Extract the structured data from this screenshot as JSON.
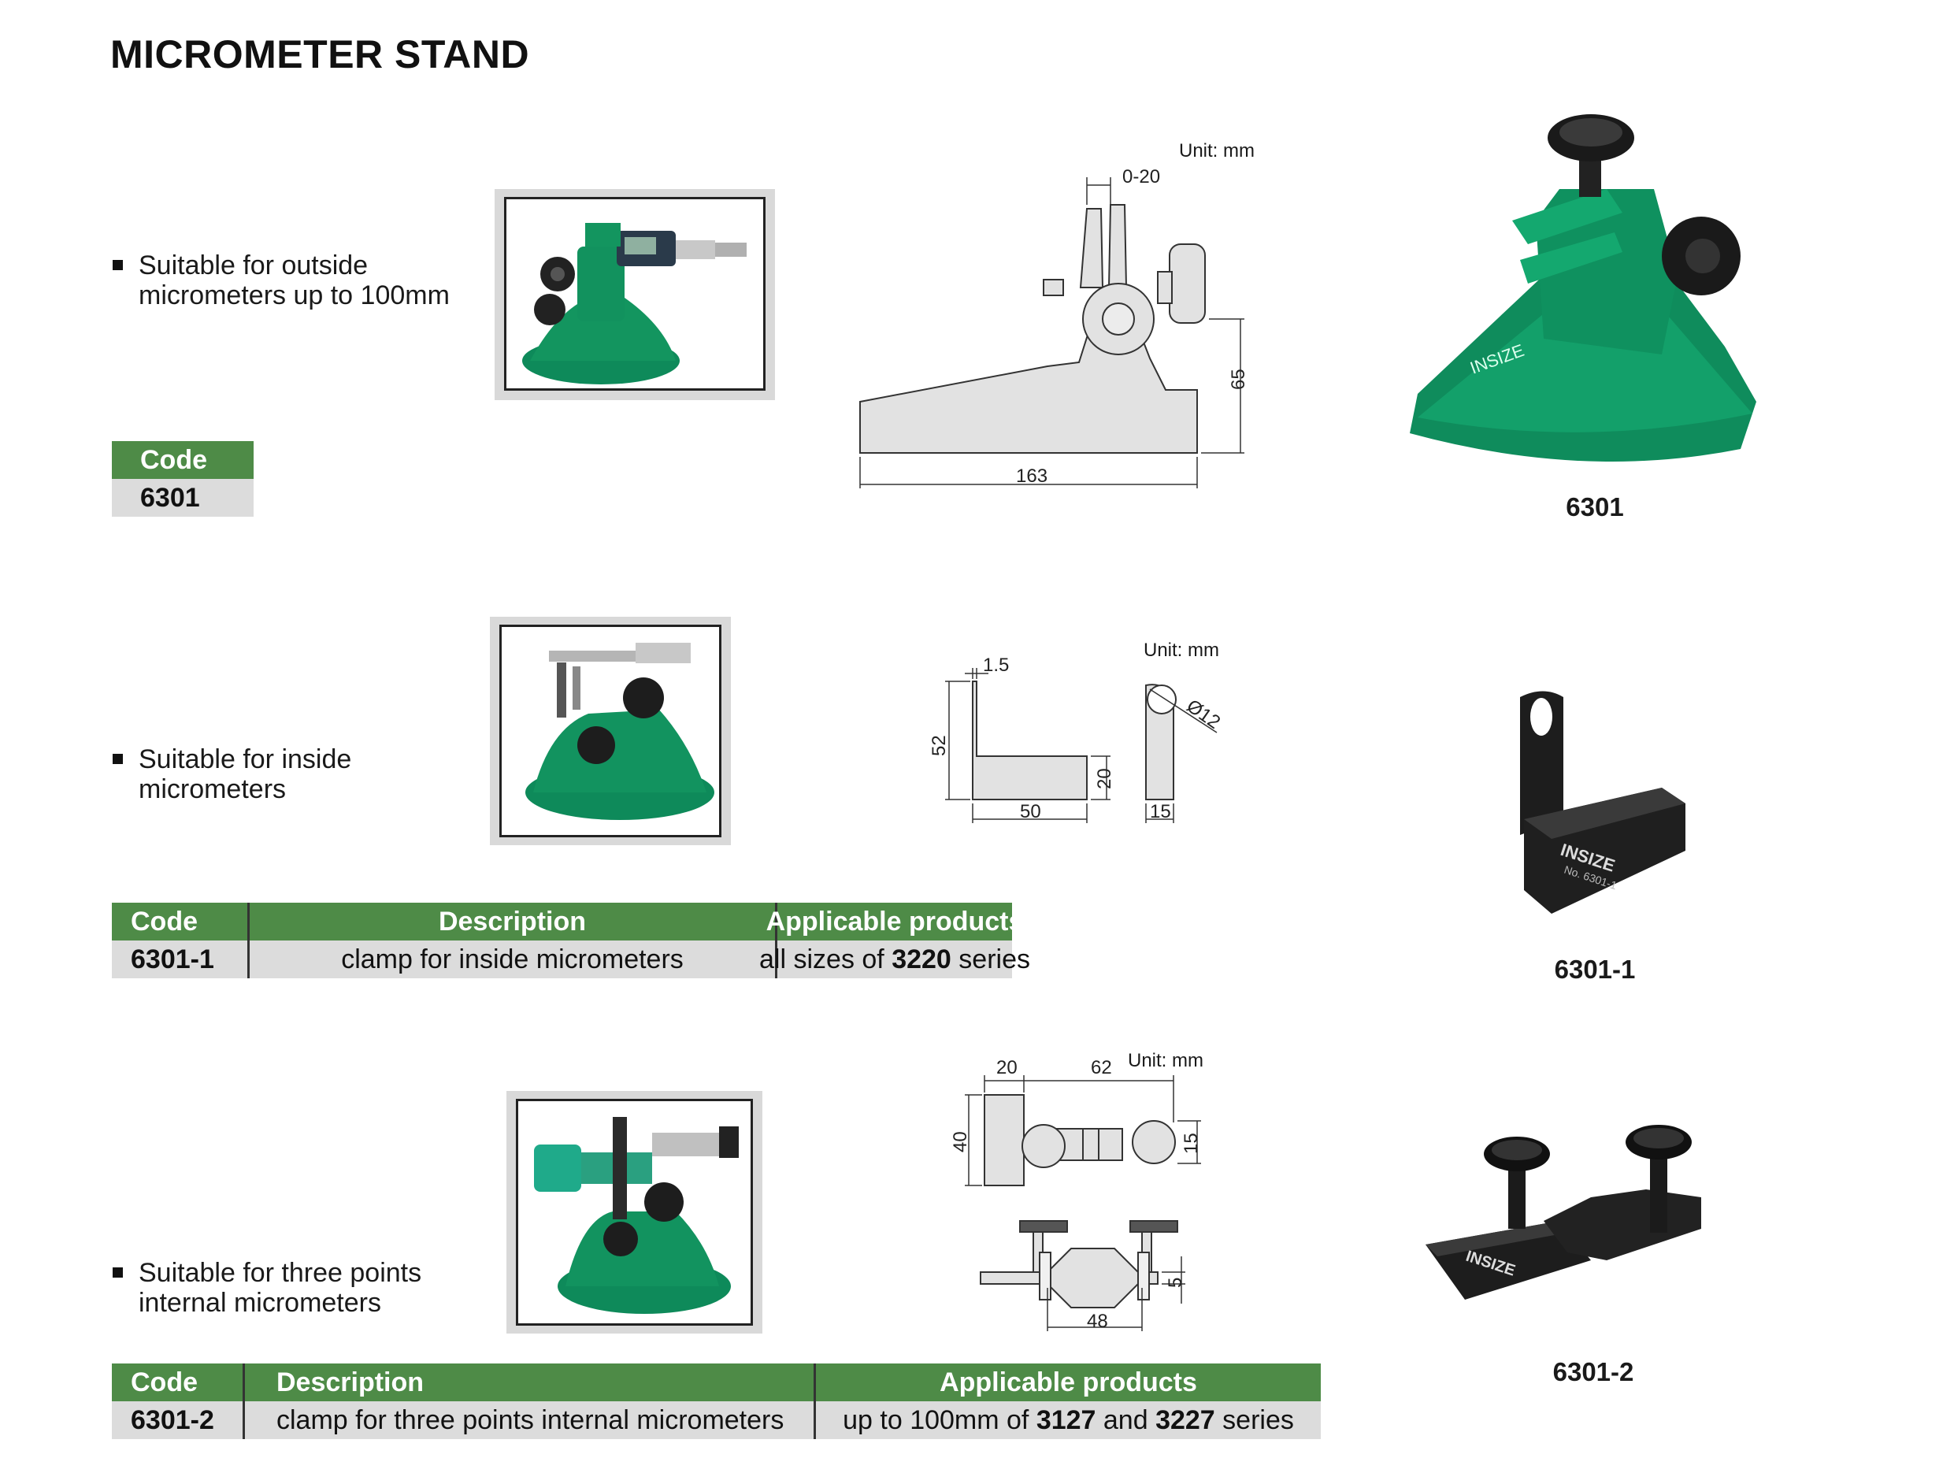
{
  "page_title": "MICROMETER STAND",
  "unit_label": "Unit: mm",
  "sections": [
    {
      "bullet_lines": [
        "Suitable for outside",
        "micrometers up to 100mm"
      ],
      "product_label": "6301",
      "table": {
        "code_header": "Code",
        "code": "6301"
      },
      "dims": {
        "jaw": "0-20",
        "height": "65",
        "length": "163"
      }
    },
    {
      "bullet_lines": [
        "Suitable for inside",
        "micrometers"
      ],
      "product_label": "6301-1",
      "table": {
        "code_header": "Code",
        "desc_header": "Description",
        "app_header": "Applicable products",
        "code": "6301-1",
        "desc": "clamp for inside micrometers",
        "app_pre": "all sizes of ",
        "app_b1": "3220",
        "app_post": " series"
      },
      "dims": {
        "t": "1.5",
        "h": "52",
        "w": "50",
        "foot": "20",
        "dia": "Ø12",
        "thk": "15"
      }
    },
    {
      "bullet_lines": [
        "Suitable for three points",
        "internal micrometers"
      ],
      "product_label": "6301-2",
      "table": {
        "code_header": "Code",
        "desc_header": "Description",
        "app_header": "Applicable products",
        "code": "6301-2",
        "desc": "clamp for three points internal micrometers",
        "app_pre": "up to 100mm of ",
        "app_b1": "3127",
        "app_mid": " and ",
        "app_b2": "3227",
        "app_post": " series"
      },
      "dims": {
        "a": "20",
        "b": "62",
        "h": "40",
        "d": "15",
        "t": "5",
        "w": "48"
      }
    }
  ],
  "colors": {
    "green": "#4e8b47",
    "stand_green": "#0e8a5a",
    "row_gray": "#dcdcdc",
    "frame_gray": "#d9d9d9"
  },
  "icons": [
    "bullet-square-icon"
  ]
}
